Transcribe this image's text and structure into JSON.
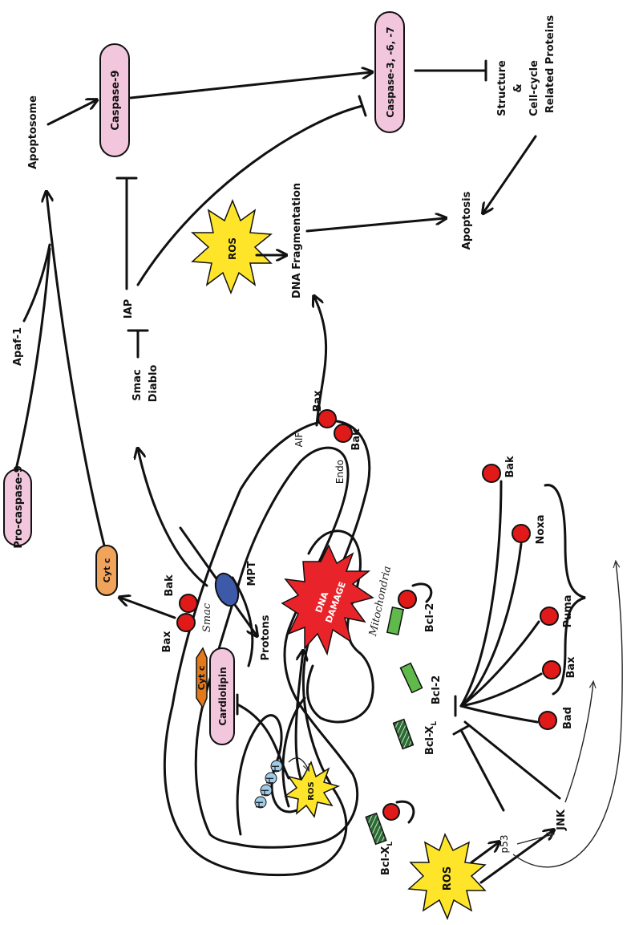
{
  "labels": {
    "pro_caspase_9": "Pro-caspase-9",
    "apaf_1": "Apaf-1",
    "apoptosome": "Apoptosome",
    "caspase_9": "Caspase-9",
    "caspase_3_6_7": "Caspase-3, -6, -7",
    "structure": "Structure",
    "ampersand": "&",
    "cell_cycle": "Cell-cycle",
    "related_proteins": "Related Proteins",
    "apoptosis": "Apoptosis",
    "dna_fragmentation": "DNA Fragmentation",
    "ros": "ROS",
    "iap": "IAP",
    "smac": "Smac",
    "diablo": "Diablo",
    "cyt_c": "Cyt c",
    "bax": "Bax",
    "bak": "Bak",
    "aif": "AIF",
    "endo": "Endo",
    "mpt": "MPT",
    "protons": "Protons",
    "smac_membrane": "Smac",
    "cardiolipin": "Cardiolipin",
    "dna": "DNA",
    "damage": "DAMAGE",
    "mitochondria": "Mitochondria",
    "bcl_2": "Bcl-2",
    "bcl_xl": "Bcl-X",
    "bcl_xl_sub": "L",
    "noxa": "Noxa",
    "puma": "Puma",
    "bad": "Bad",
    "p53": "p53",
    "jnk": "JNK",
    "h_plus": "H"
  },
  "colors": {
    "pink_fill": "#f2c6dc",
    "orange": "#f0a35a",
    "orange_dark": "#e27a1c",
    "red_dot": "#e01919",
    "yellow_burst": "#ffe52a",
    "red_burst": "#e8242a",
    "blue": "#3d5aa8",
    "light_blue": "#9ecbe8",
    "green": "#5fb94b",
    "green_dark": "#2d6a35"
  }
}
